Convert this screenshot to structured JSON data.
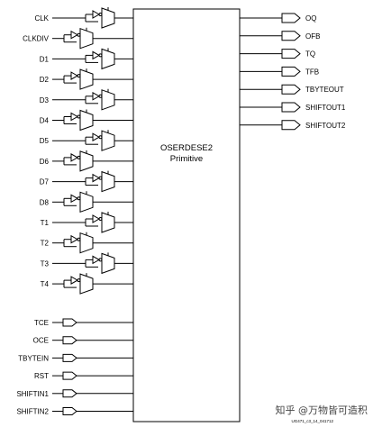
{
  "block": {
    "name": "OSERDESE2",
    "subtitle": "Primitive"
  },
  "inputs_top": [
    {
      "label": "CLK",
      "inverter": "both"
    },
    {
      "label": "CLKDIV",
      "inverter": "both"
    },
    {
      "label": "D1",
      "inverter": "both"
    },
    {
      "label": "D2",
      "inverter": "both"
    },
    {
      "label": "D3",
      "inverter": "both"
    },
    {
      "label": "D4",
      "inverter": "both"
    },
    {
      "label": "D5",
      "inverter": "both"
    },
    {
      "label": "D6",
      "inverter": "both"
    },
    {
      "label": "D7",
      "inverter": "both"
    },
    {
      "label": "D8",
      "inverter": "both"
    },
    {
      "label": "T1",
      "inverter": "both"
    },
    {
      "label": "T2",
      "inverter": "both"
    },
    {
      "label": "T3",
      "inverter": "both"
    },
    {
      "label": "T4",
      "inverter": "both"
    }
  ],
  "inputs_bottom": [
    {
      "label": "TCE"
    },
    {
      "label": "OCE"
    },
    {
      "label": "TBYTEIN"
    },
    {
      "label": "RST"
    },
    {
      "label": "SHIFTIN1"
    },
    {
      "label": "SHIFTIN2"
    }
  ],
  "outputs": [
    {
      "label": "OQ"
    },
    {
      "label": "OFB"
    },
    {
      "label": "TQ"
    },
    {
      "label": "TFB"
    },
    {
      "label": "TBYTEOUT"
    },
    {
      "label": "SHIFTOUT1"
    },
    {
      "label": "SHIFTOUT2"
    }
  ],
  "figure_code": "UG471_c3_14_041712",
  "watermark": "知乎 @万物皆可造积"
}
